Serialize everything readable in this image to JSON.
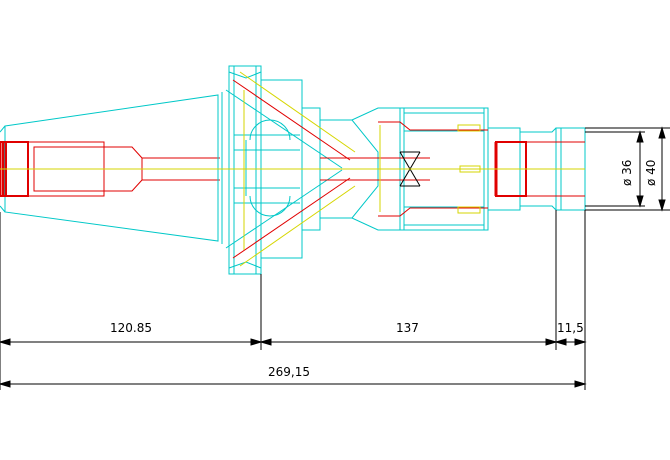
{
  "drawing": {
    "dimensions": {
      "d1": "120.85",
      "d2": "137",
      "d3": "11,5",
      "total": "269,15",
      "dia_inner": "ø 36",
      "dia_outer": "ø 40"
    },
    "colors": {
      "outline": "#00c8c8",
      "section": "#e00000",
      "axis": "#d6d600",
      "dimension": "#000000"
    }
  }
}
